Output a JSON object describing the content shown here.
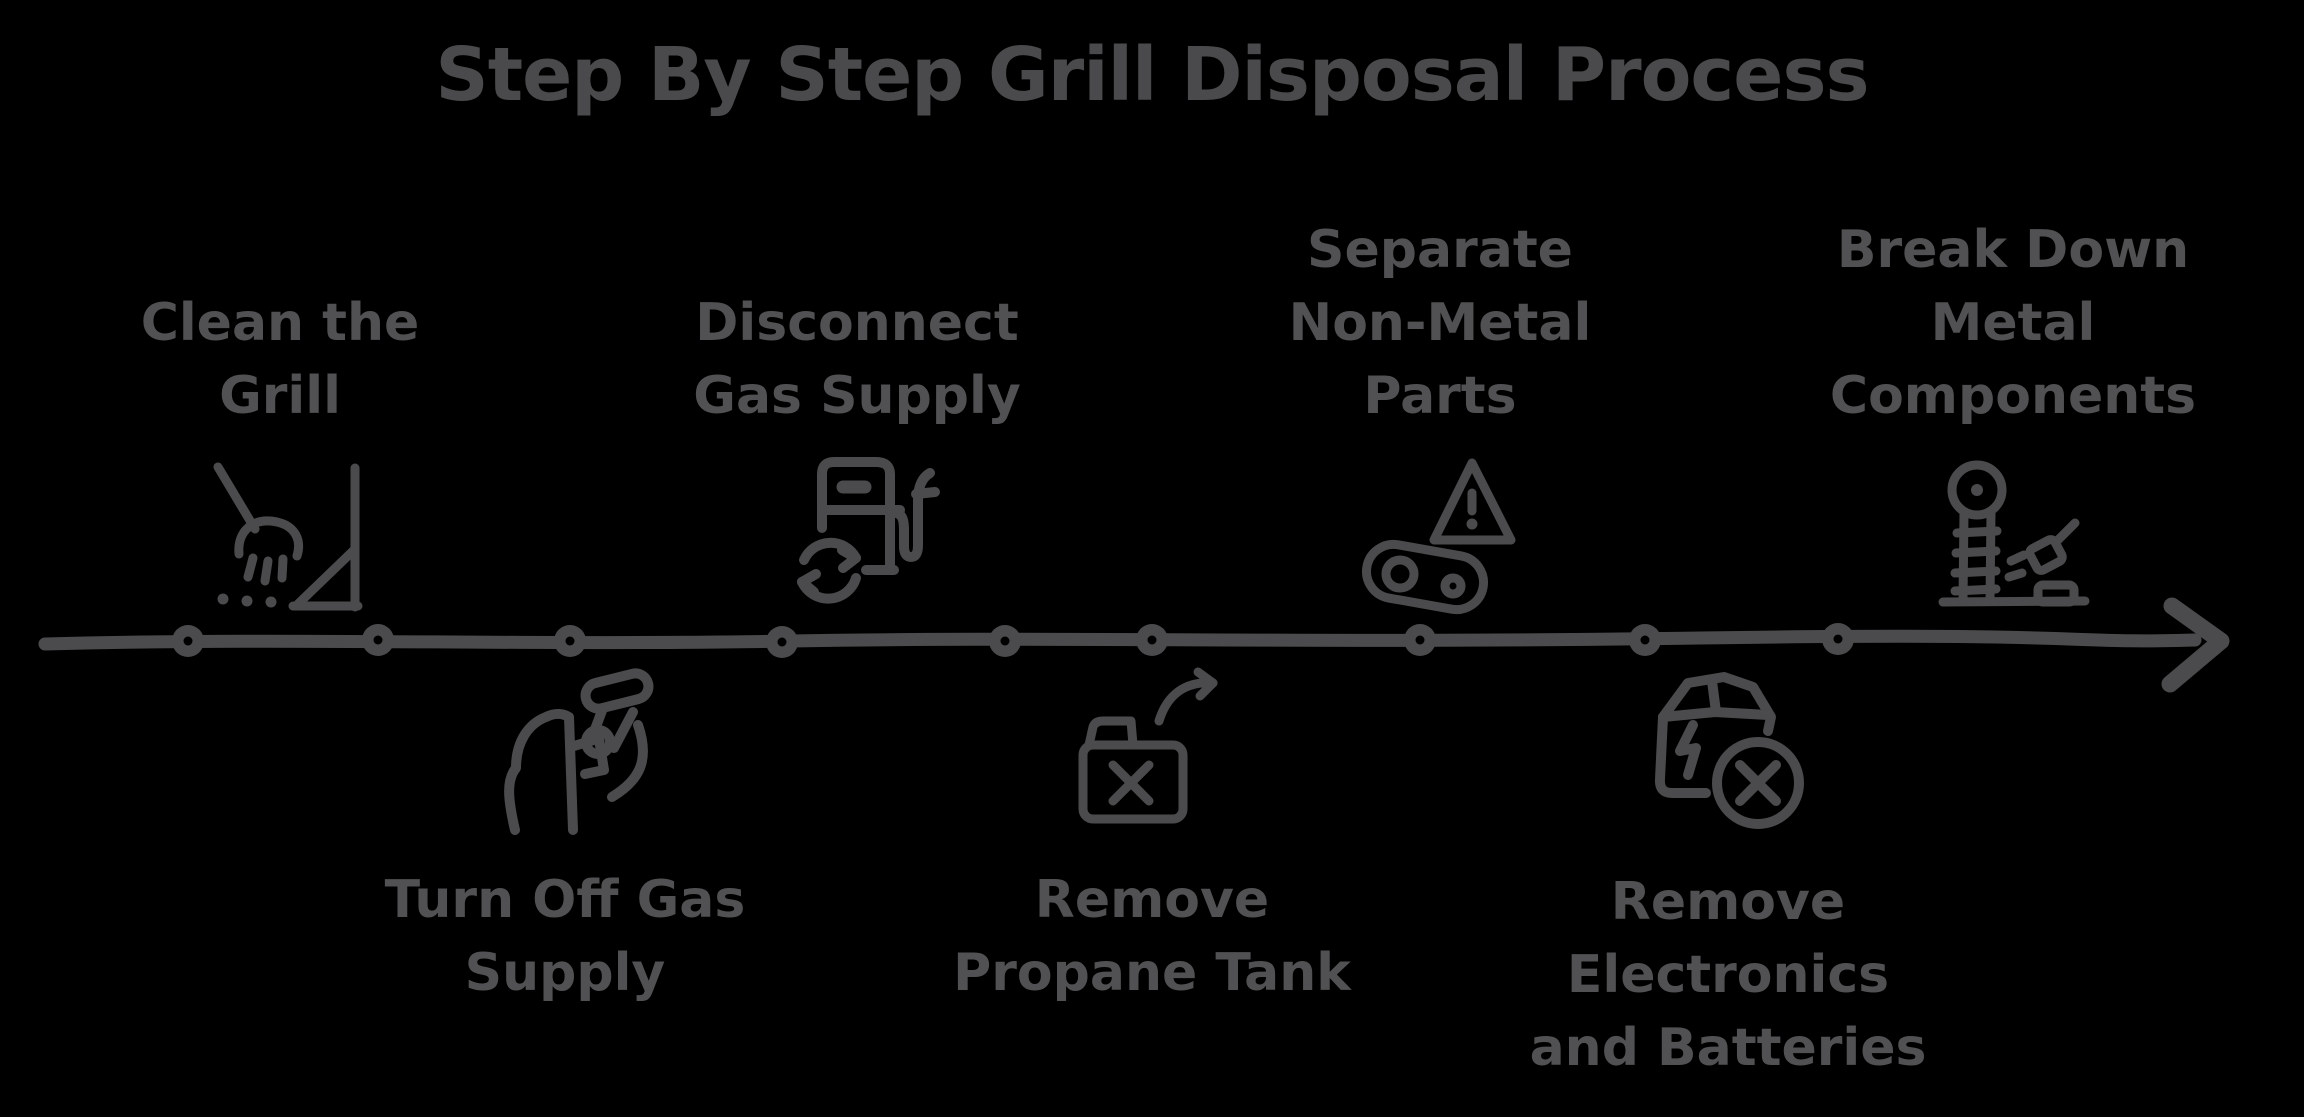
{
  "title": "Step By Step Grill Disposal Process",
  "colors": {
    "background": "#000000",
    "stroke": "#4b4b4d",
    "text": "#515153"
  },
  "timeline": {
    "type": "process-timeline",
    "direction": "left-to-right",
    "node_count": 9,
    "arrow": "right"
  },
  "steps": [
    {
      "id": 1,
      "label": "Clean the Grill",
      "display": "Clean the\nGrill",
      "side": "above",
      "icon": "broom-sweep-icon"
    },
    {
      "id": 2,
      "label": "Turn Off Gas Supply",
      "display": "Turn Off Gas\nSupply",
      "side": "below",
      "icon": "hand-valve-icon"
    },
    {
      "id": 3,
      "label": "Disconnect Gas Supply",
      "display": "Disconnect\nGas Supply",
      "side": "above",
      "icon": "gas-pump-icon"
    },
    {
      "id": 4,
      "label": "Remove Propane Tank",
      "display": "Remove\nPropane Tank",
      "side": "below",
      "icon": "propane-tank-icon"
    },
    {
      "id": 5,
      "label": "Separate Non-Metal Parts",
      "display": "Separate\nNon-Metal\nParts",
      "side": "above",
      "icon": "warning-parts-icon"
    },
    {
      "id": 6,
      "label": "Remove Electronics and Batteries",
      "display": "Remove\nElectronics\nand Batteries",
      "side": "below",
      "icon": "electronics-box-icon"
    },
    {
      "id": 7,
      "label": "Break Down Metal Components",
      "display": "Break Down\nMetal\nComponents",
      "side": "above",
      "icon": "metal-grinder-icon"
    }
  ]
}
